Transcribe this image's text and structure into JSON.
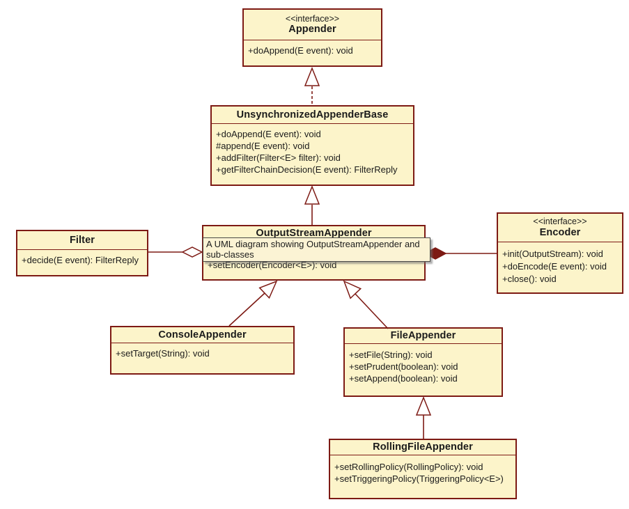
{
  "diagram_title": "UML class diagram of OutputStreamAppender and sub-classes",
  "colors": {
    "box_fill": "#FCF4CA",
    "box_border": "#7d1a14",
    "connector": "#7d1a14",
    "tooltip_bg": "#FBF3D4",
    "tooltip_border": "#4a4a46",
    "page_bg": "#ffffff",
    "text": "#1b1b1b"
  },
  "tooltip": {
    "text": "A UML diagram showing OutputStreamAppender and sub-classes"
  },
  "classes": {
    "appender": {
      "stereotype": "<<interface>>",
      "name": "Appender",
      "methods": [
        "+doAppend(E event): void"
      ]
    },
    "unsynchronized_appender_base": {
      "name": "UnsynchronizedAppenderBase",
      "methods": [
        "+doAppend(E event): void",
        "#append(E event): void",
        "+addFilter(Filter<E> filter): void",
        "+getFilterChainDecision(E event): FilterReply"
      ]
    },
    "output_stream_appender": {
      "name": "OutputStreamAppender",
      "methods": [
        "+setEncoder(Encoder<E>): void"
      ]
    },
    "filter": {
      "name": "Filter",
      "methods": [
        "+decide(E event): FilterReply"
      ]
    },
    "encoder": {
      "stereotype": "<<interface>>",
      "name": "Encoder",
      "methods": [
        "+init(OutputStream): void",
        "+doEncode(E event): void",
        "+close(): void"
      ]
    },
    "console_appender": {
      "name": "ConsoleAppender",
      "methods": [
        "+setTarget(String): void"
      ]
    },
    "file_appender": {
      "name": "FileAppender",
      "methods": [
        "+setFile(String): void",
        "+setPrudent(boolean): void",
        "+setAppend(boolean): void"
      ]
    },
    "rolling_file_appender": {
      "name": "RollingFileAppender",
      "methods": [
        "+setRollingPolicy(RollingPolicy): void",
        "+setTriggeringPolicy(TriggeringPolicy<E>)"
      ]
    }
  },
  "relationships": [
    {
      "from": "UnsynchronizedAppenderBase",
      "to": "Appender",
      "type": "realization"
    },
    {
      "from": "OutputStreamAppender",
      "to": "UnsynchronizedAppenderBase",
      "type": "generalization"
    },
    {
      "from": "OutputStreamAppender",
      "to": "Filter",
      "type": "aggregation"
    },
    {
      "from": "OutputStreamAppender",
      "to": "Encoder",
      "type": "composition"
    },
    {
      "from": "ConsoleAppender",
      "to": "OutputStreamAppender",
      "type": "generalization"
    },
    {
      "from": "FileAppender",
      "to": "OutputStreamAppender",
      "type": "generalization"
    },
    {
      "from": "RollingFileAppender",
      "to": "FileAppender",
      "type": "generalization"
    }
  ]
}
